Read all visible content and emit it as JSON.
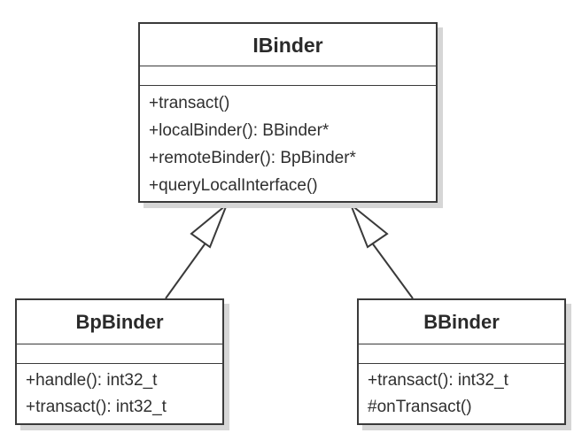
{
  "classes": {
    "ibinder": {
      "name": "IBinder",
      "methods": [
        "+transact()",
        "+localBinder(): BBinder*",
        "+remoteBinder(): BpBinder*",
        "+queryLocalInterface()"
      ]
    },
    "bpbinder": {
      "name": "BpBinder",
      "methods": [
        "+handle(): int32_t",
        "+transact(): int32_t"
      ]
    },
    "bbinder": {
      "name": "BBinder",
      "methods": [
        "+transact(): int32_t",
        "#onTransact()"
      ]
    }
  },
  "relations": [
    {
      "from": "BpBinder",
      "to": "IBinder",
      "type": "generalization"
    },
    {
      "from": "BBinder",
      "to": "IBinder",
      "type": "generalization"
    }
  ],
  "colors": {
    "line": "#3a3a3a",
    "text": "#2f2f2f",
    "shadow": "#d6d6d6",
    "fill": "#ffffff"
  }
}
